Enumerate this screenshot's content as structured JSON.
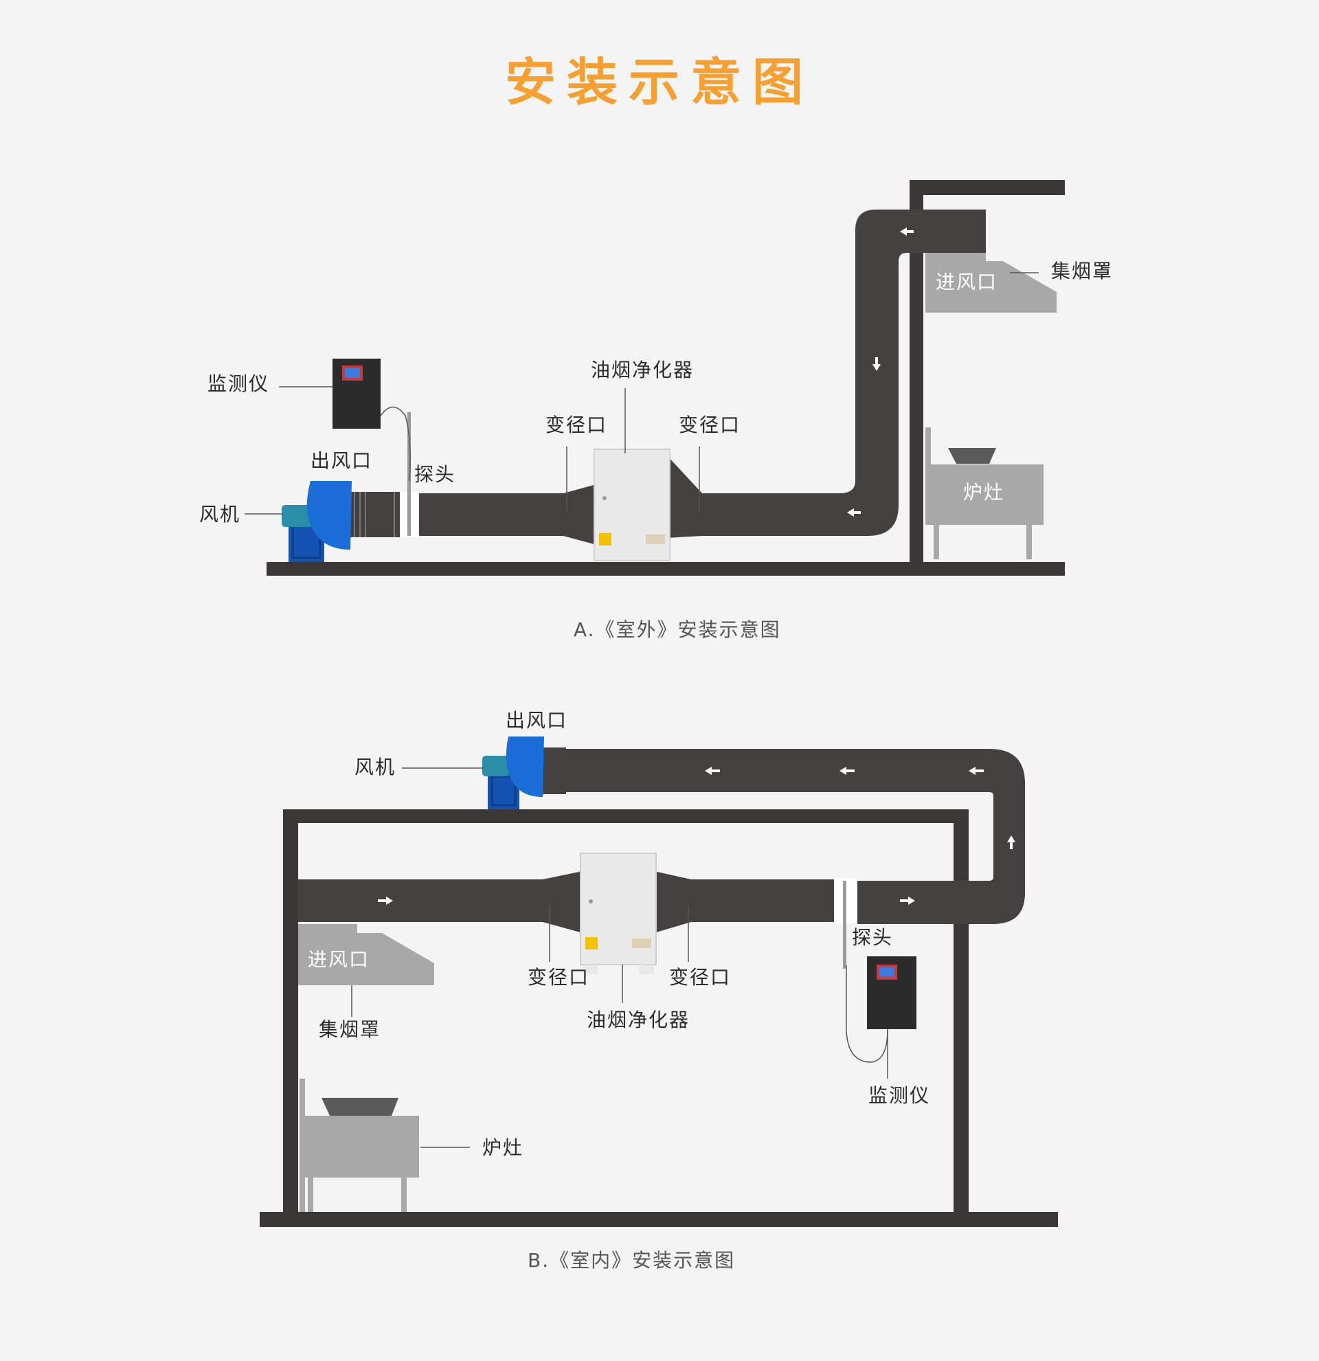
{
  "title": "安装示意图",
  "colors": {
    "title": "#f5a031",
    "duct": "#454140",
    "wall": "#3b3736",
    "equipment_grey": "#a8a8a8",
    "fan_blue": "#1b6ed8",
    "purifier": "#e9e9e9"
  },
  "diagram_a": {
    "caption": "A.《室外》安装示意图",
    "labels": {
      "hood": "集烟罩",
      "inlet": "进风口",
      "monitor": "监测仪",
      "purifier": "油烟净化器",
      "reducer_left": "变径口",
      "reducer_right": "变径口",
      "outlet": "出风口",
      "probe": "探头",
      "fan": "风机",
      "stove": "炉灶"
    }
  },
  "diagram_b": {
    "caption": "B.《室内》安装示意图",
    "labels": {
      "outlet": "出风口",
      "fan": "风机",
      "inlet": "进风口",
      "hood": "集烟罩",
      "reducer_left": "变径口",
      "reducer_right": "变径口",
      "purifier": "油烟净化器",
      "probe": "探头",
      "monitor": "监测仪",
      "stove": "炉灶"
    }
  }
}
